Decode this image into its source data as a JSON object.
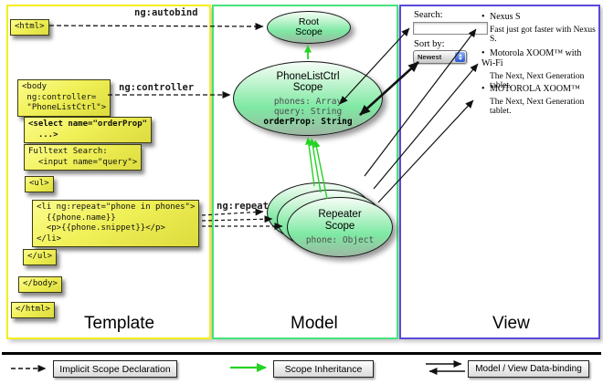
{
  "colors": {
    "template_border": "#f2ef1d",
    "model_border": "#45e37d",
    "view_border": "#5a49da",
    "code_box_fill": "#f0f058",
    "scope_fill": "#7ee9a3",
    "green_arrow": "#24d324",
    "black_arrow": "#111111"
  },
  "columns": {
    "template_title": "Template",
    "model_title": "Model",
    "view_title": "View"
  },
  "template": {
    "html_open": "<html>",
    "body_open": "<body\n ng:controller=\n \"PhoneListCtrl\">",
    "select": "<select name=\"orderProp\"\n  ...>",
    "fulltext": "Fulltext Search:\n  <input name=\"query\">",
    "ul_open": "<ul>",
    "li_repeat": "<li ng:repeat=\"phone in phones\">\n  {{phone.name}}\n  <p>{{phone.snippet}}</p>\n</li>",
    "ul_close": "</ul>",
    "body_close": "</body>",
    "html_close": "</html>"
  },
  "arrow_labels": {
    "autobind": "ng:autobind",
    "controller": "ng:controller",
    "repeat": "ng:repeat"
  },
  "model": {
    "root_scope_title": "Root\nScope",
    "phonelist_title": "PhoneListCtrl\nScope",
    "phonelist_props": [
      "phones: Array",
      "query: String",
      "orderProp: String"
    ],
    "repeater_title": "Repeater\nScope",
    "repeater_prop": "phone: Object"
  },
  "view": {
    "search_label": "Search:",
    "search_value": "",
    "sort_label": "Sort by:",
    "sort_value": "Newest",
    "bullet": "•",
    "items": [
      {
        "title": "Nexus S",
        "desc": "Fast just got faster with Nexus S."
      },
      {
        "title": "Motorola XOOM™ with Wi-Fi",
        "desc": "The Next, Next Generation tablet."
      },
      {
        "title": "MOTOROLA XOOM™",
        "desc": "The Next, Next Generation tablet."
      }
    ]
  },
  "legend": {
    "implicit": "Implicit Scope Declaration",
    "inheritance": "Scope Inheritance",
    "databinding": "Model / View Data-binding"
  }
}
